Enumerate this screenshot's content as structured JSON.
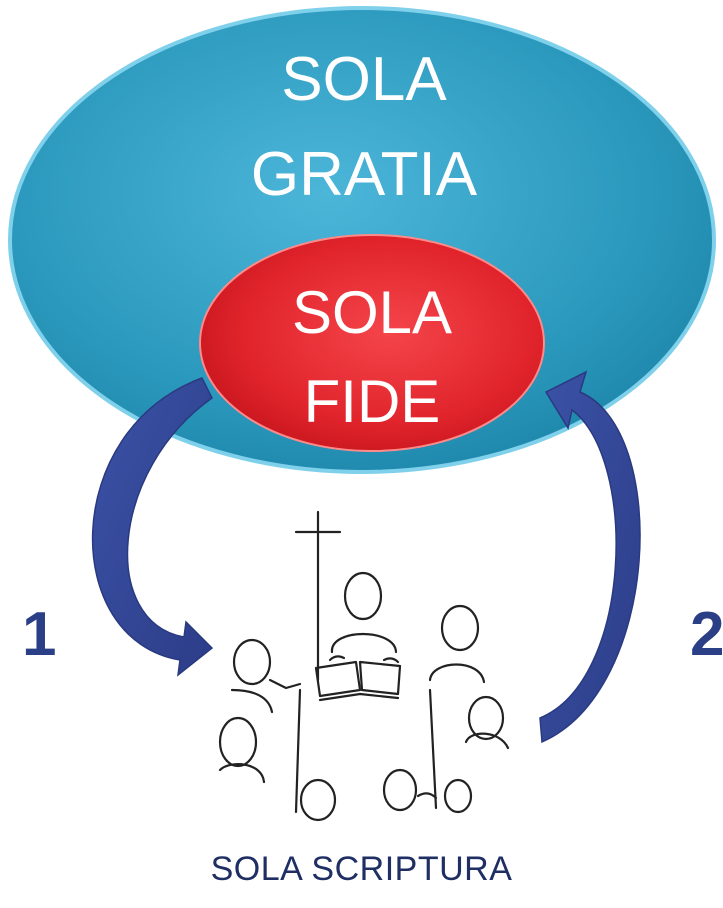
{
  "outer_circle": {
    "line1": "SOLA",
    "line2": "GRATIA"
  },
  "inner_circle": {
    "line1": "SOLA",
    "line2": "FIDE"
  },
  "steps": {
    "left": "1",
    "right": "2"
  },
  "illustration": {
    "name": "gathering-around-scripture"
  },
  "bottom_label": "SOLA SCRIPTURA",
  "colors": {
    "outer_fill": "#2d9dc1",
    "outer_stroke": "#7fd0ea",
    "inner_fill": "#e52a30",
    "arrow": "#34489a",
    "numbers": "#2b3f86",
    "bottom_text": "#1f2e63"
  }
}
